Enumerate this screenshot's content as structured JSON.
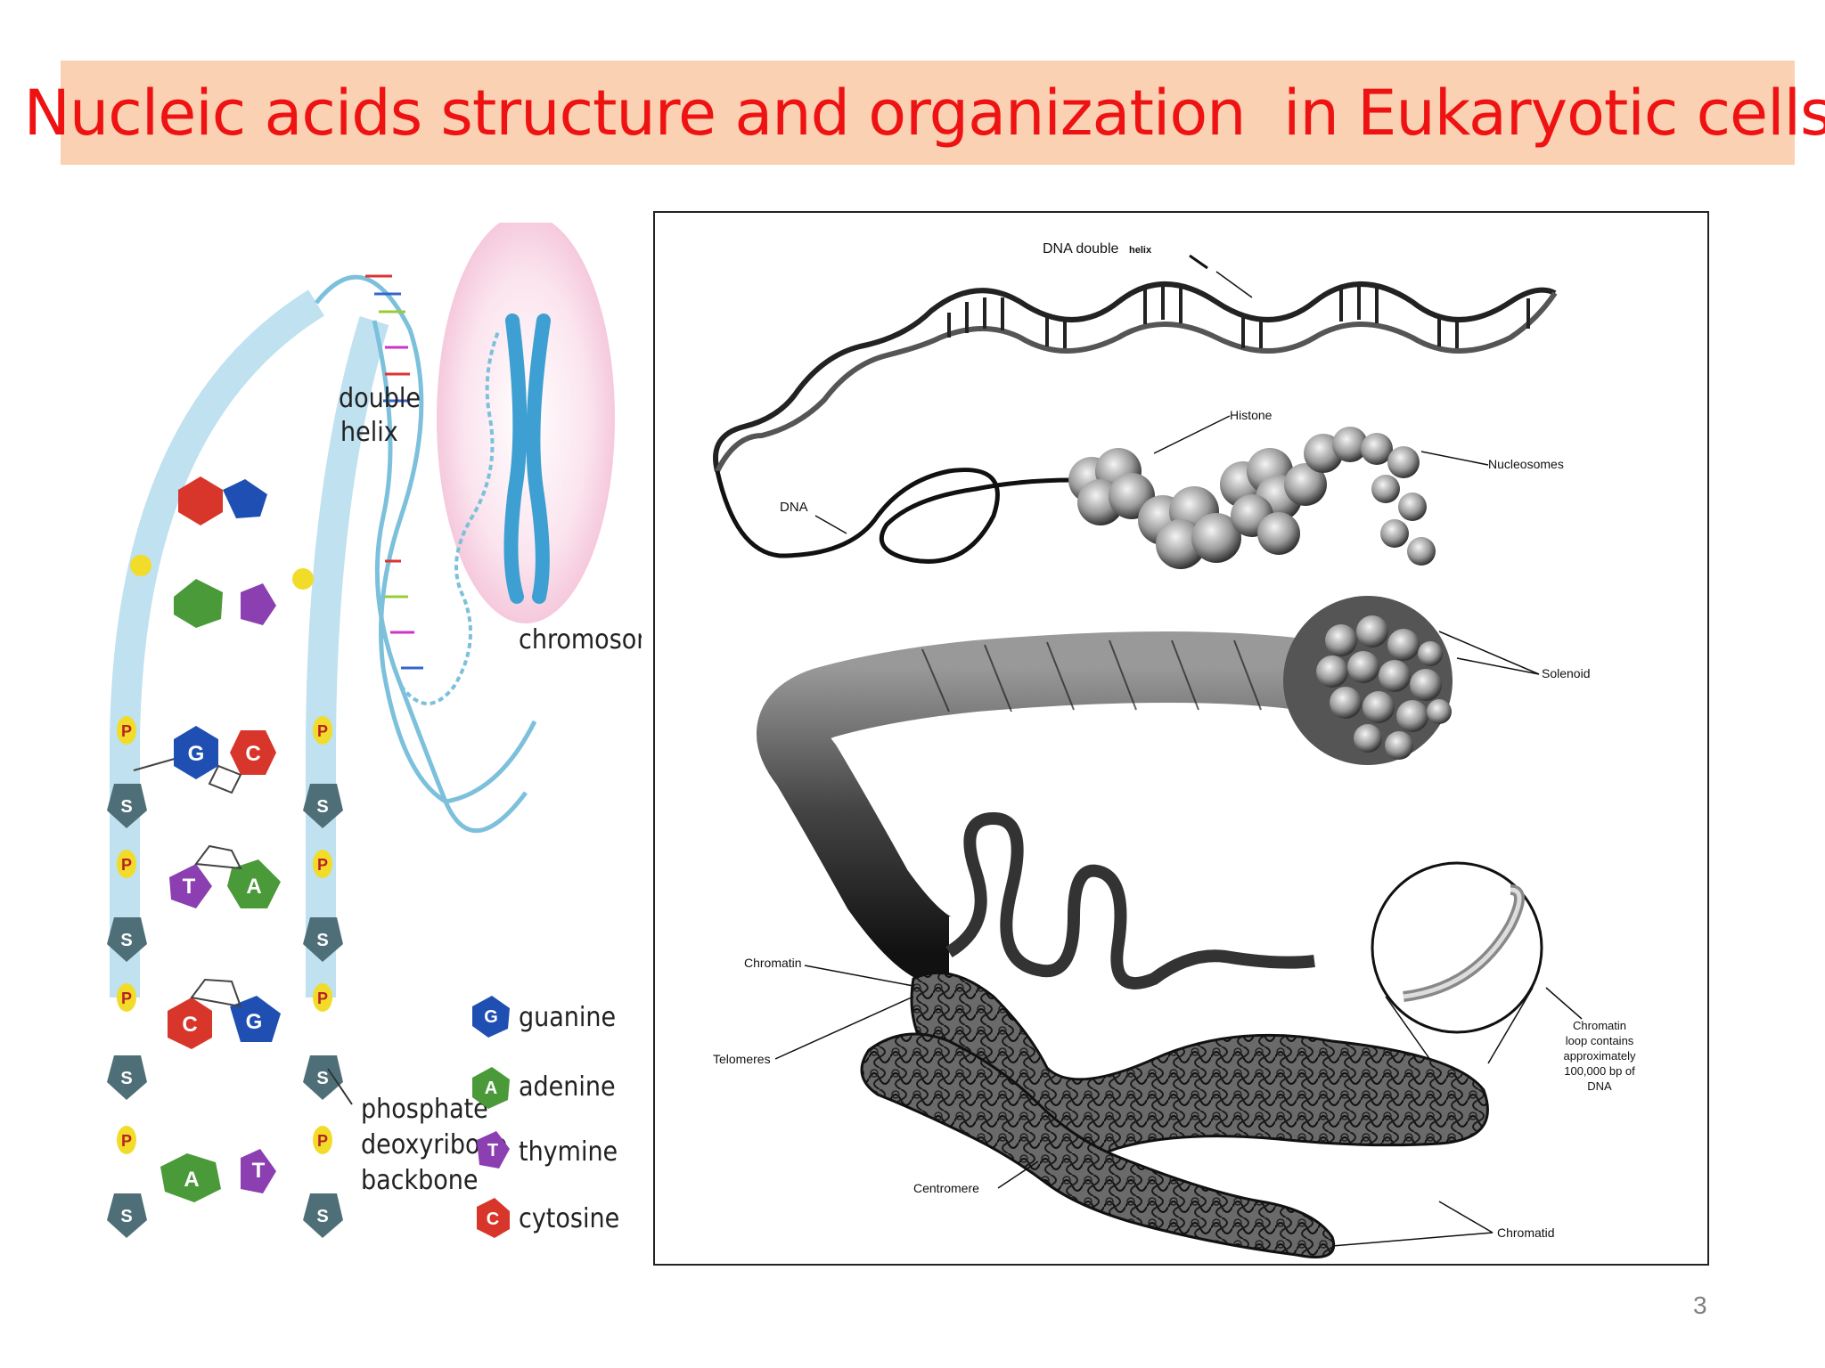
{
  "slide": {
    "title": "Nucleic acids structure and organization  in Eukaryotic cells",
    "page_number": "3",
    "title_color": "#ee1212",
    "title_band_color": "#fbd1b3"
  },
  "left_figure": {
    "labels": {
      "double_helix_1": "double",
      "double_helix_2": "helix",
      "chromosome": "chromosome",
      "backbone_1": "phosphate",
      "backbone_2": "deoxyribose",
      "backbone_3": "backbone"
    },
    "rungs": [
      {
        "left": "G",
        "right": "C"
      },
      {
        "left": "T",
        "right": "A"
      },
      {
        "left": "C",
        "right": "G"
      },
      {
        "left": "A",
        "right": "T"
      }
    ],
    "backbone_letters": {
      "phosphate": "P",
      "sugar": "S"
    },
    "legend": [
      {
        "letter": "G",
        "name": "guanine",
        "color": "#1f4fb3"
      },
      {
        "letter": "A",
        "name": "adenine",
        "color": "#4a9a3a"
      },
      {
        "letter": "T",
        "name": "thymine",
        "color": "#8b3fb0"
      },
      {
        "letter": "C",
        "name": "cytosine",
        "color": "#d8362b"
      }
    ]
  },
  "right_figure": {
    "labels": {
      "dna_double_helix": "DNA double",
      "helix_small": "helix",
      "histone": "Histone",
      "dna": "DNA",
      "nucleosomes": "Nucleosomes",
      "solenoid": "Solenoid",
      "chromatin": "Chromatin",
      "telomeres": "Telomeres",
      "centromere": "Centromere",
      "chromatid": "Chromatid",
      "loop_1": "Chromatin",
      "loop_2": "loop contains",
      "loop_3": "approximately",
      "loop_4": "100,000 bp of",
      "loop_5": "DNA"
    }
  }
}
